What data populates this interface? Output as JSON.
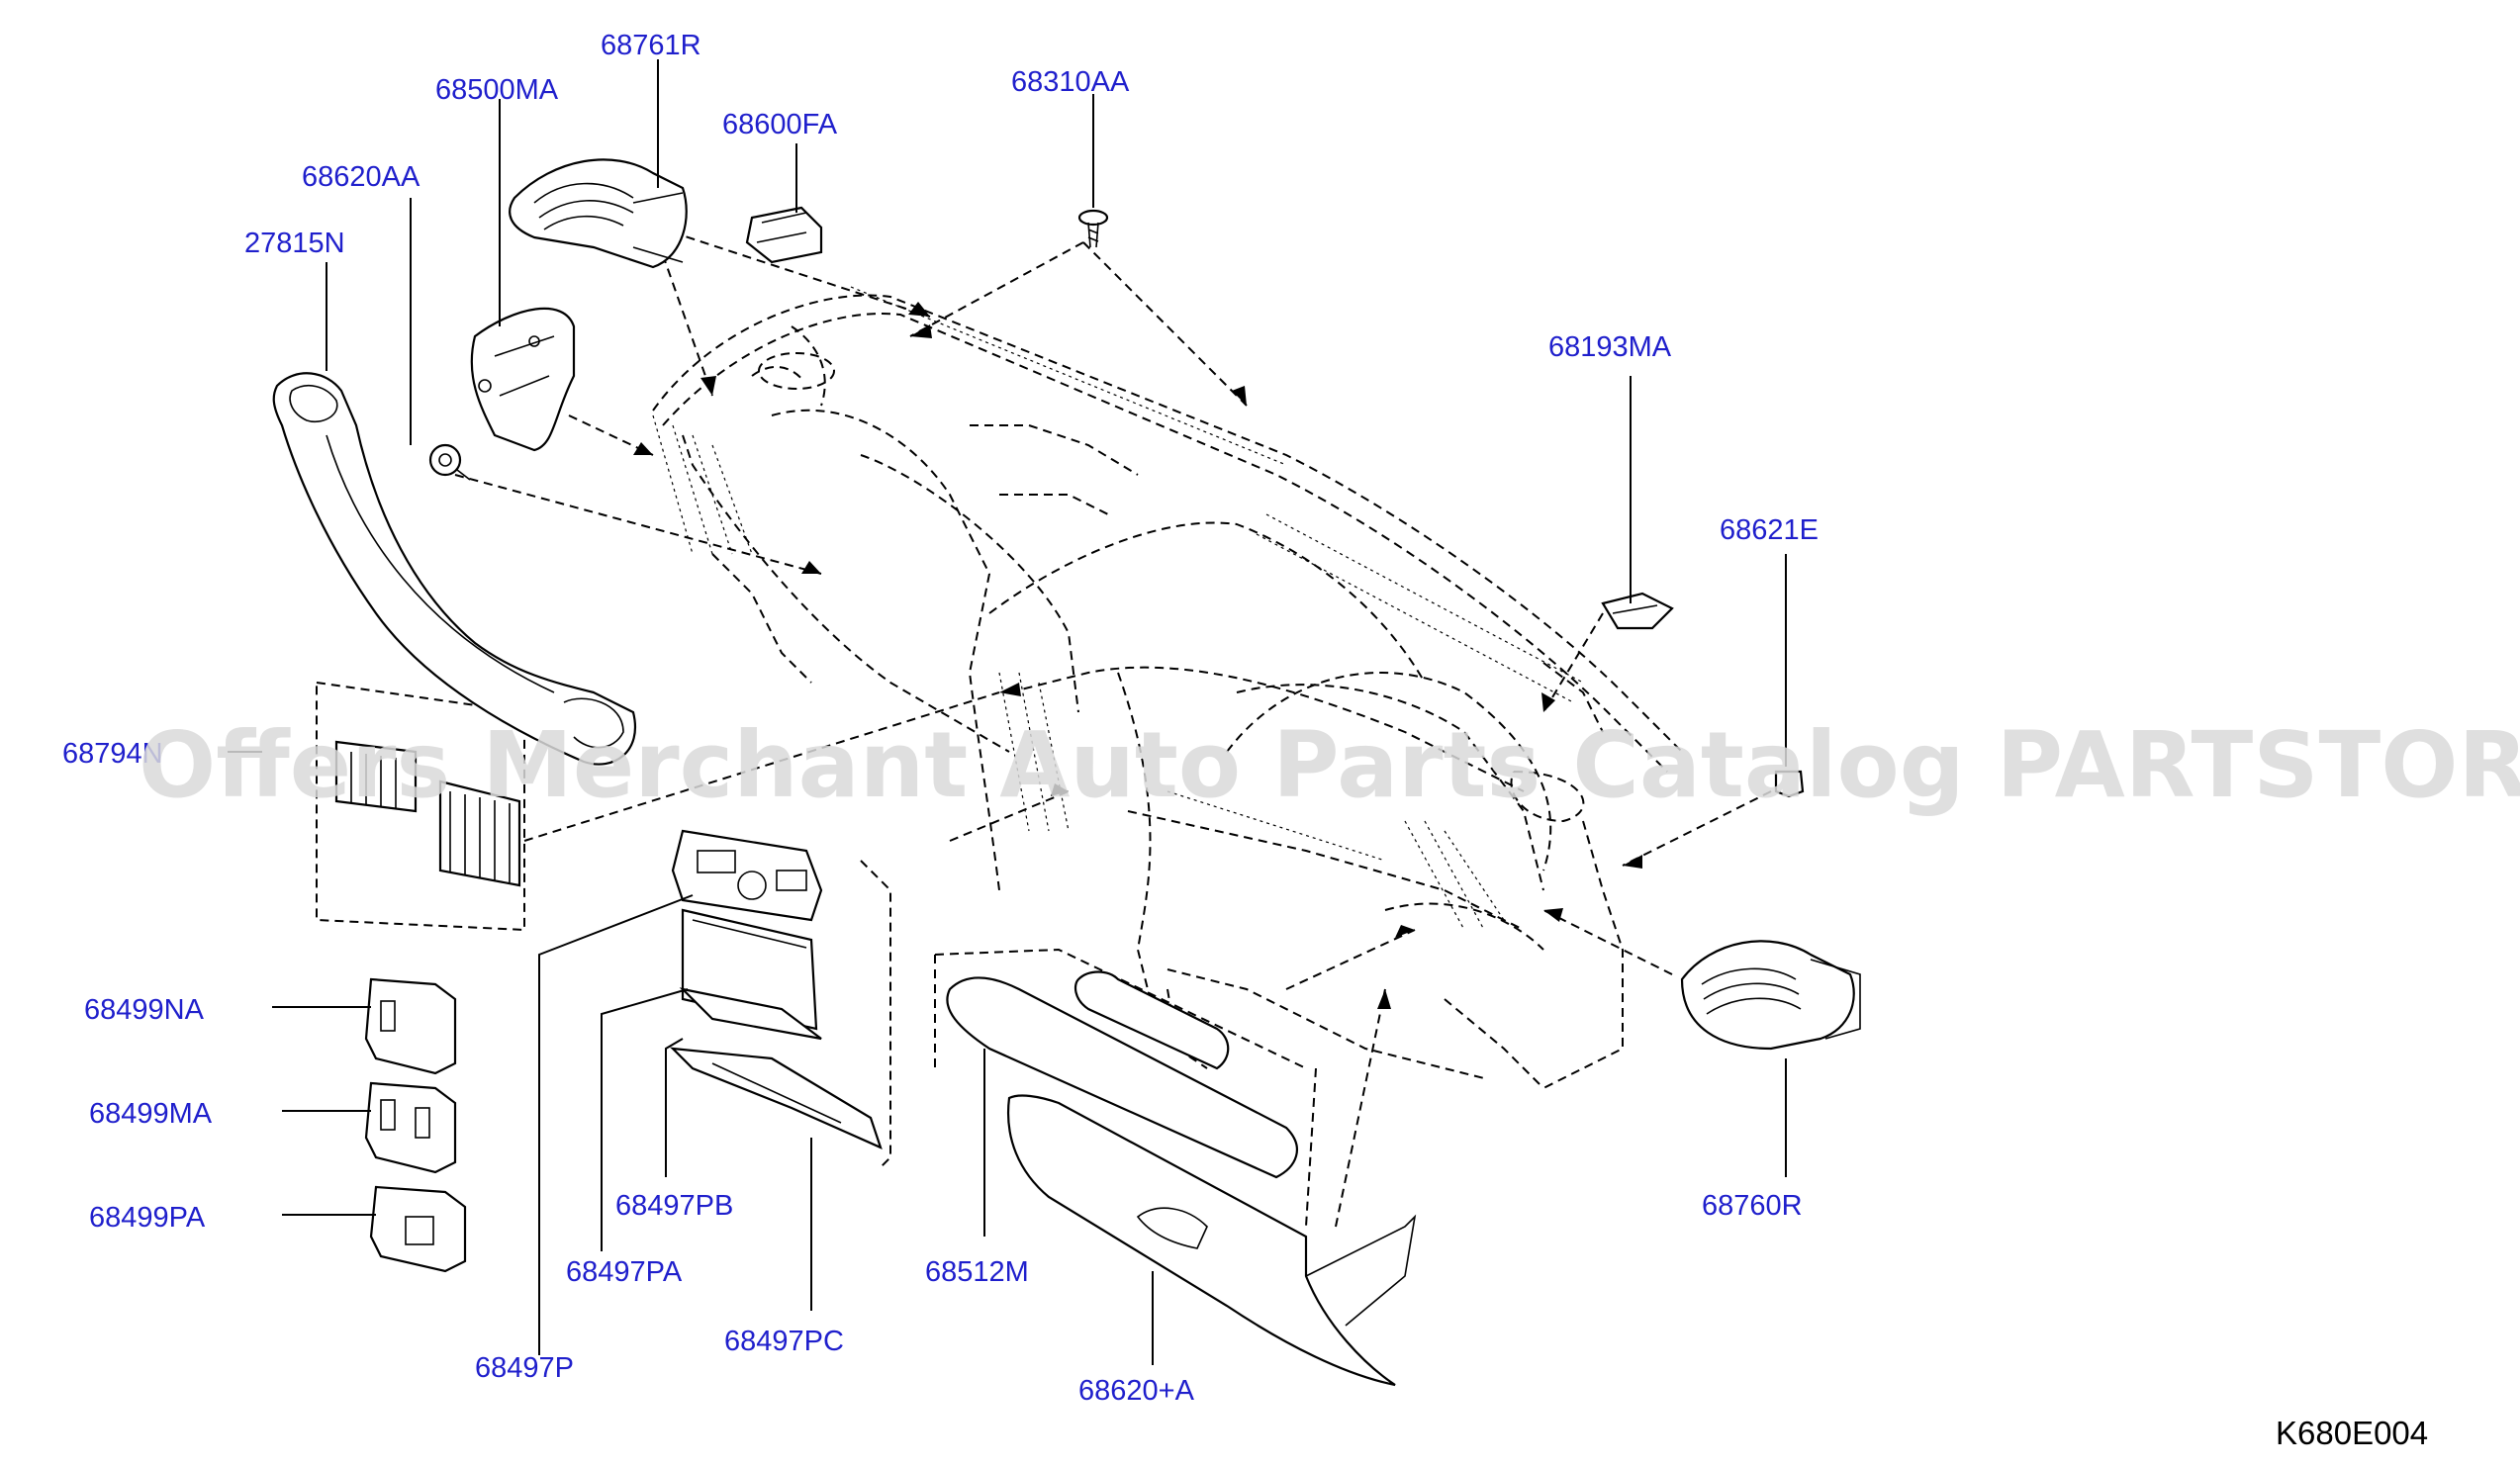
{
  "diagram": {
    "reference_code": "K680E004",
    "watermark": "Offers Merchant Auto Parts Catalog PARTSTORE.SA",
    "part_labels": [
      {
        "id": "68761R",
        "text": "68761R"
      },
      {
        "id": "68500MA",
        "text": "68500MA"
      },
      {
        "id": "68600FA",
        "text": "68600FA"
      },
      {
        "id": "68310AA",
        "text": "68310AA"
      },
      {
        "id": "68620AA",
        "text": "68620AA"
      },
      {
        "id": "27815N",
        "text": "27815N"
      },
      {
        "id": "68193MA",
        "text": "68193MA"
      },
      {
        "id": "68621E",
        "text": "68621E"
      },
      {
        "id": "68794N",
        "text": "68794N"
      },
      {
        "id": "68499NA",
        "text": "68499NA"
      },
      {
        "id": "68499MA",
        "text": "68499MA"
      },
      {
        "id": "68499PA",
        "text": "68499PA"
      },
      {
        "id": "68497PB",
        "text": "68497PB"
      },
      {
        "id": "68497PA",
        "text": "68497PA"
      },
      {
        "id": "68497PC",
        "text": "68497PC"
      },
      {
        "id": "68497P",
        "text": "68497P"
      },
      {
        "id": "68512M",
        "text": "68512M"
      },
      {
        "id": "68620A",
        "text": "68620+A"
      },
      {
        "id": "68760R",
        "text": "68760R"
      }
    ],
    "colors": {
      "label": "#1f1fcc",
      "line": "#000000",
      "watermark": "#d9d9d9"
    }
  }
}
